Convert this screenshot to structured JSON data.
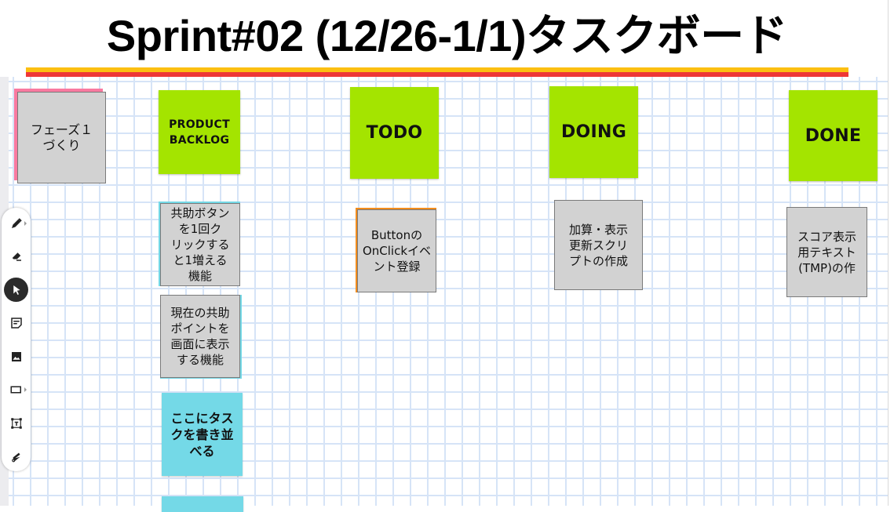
{
  "board": {
    "title": "Sprint#02 (12/26-1/1)タスクボード",
    "accent_colors": {
      "yellow": "#fcbf12",
      "red": "#ee3737",
      "header_green": "#a4e400",
      "task_grey": "#d2d2d2",
      "placeholder_cyan": "#74d9e7",
      "phase_pink": "#f97aa0",
      "grid": "#d6e4f7"
    }
  },
  "phase_note": {
    "text": "フェーズ１\nづくり"
  },
  "columns": [
    {
      "label": "PRODUCT\nBACKLOG"
    },
    {
      "label": "TODO"
    },
    {
      "label": "DOING"
    },
    {
      "label": "DONE"
    }
  ],
  "backlog_tasks": [
    {
      "text": "共助ボタン\nを1回ク\nリックする\nと1増える\n機能"
    },
    {
      "text": "現在の共助\nポイントを\n画面に表示\nする機能"
    }
  ],
  "backlog_placeholder": {
    "text": "ここにタス\nクを書き並\nべる"
  },
  "todo_tasks": [
    {
      "text": "Buttonの\nOnClickイベ\nント登録"
    }
  ],
  "doing_tasks": [
    {
      "text": "加算・表示\n更新スクリ\nプトの作成"
    }
  ],
  "done_tasks": [
    {
      "text": "スコア表示\n用テキスト\n(TMP)の作"
    }
  ],
  "toolbar": {
    "tools": [
      {
        "name": "pen",
        "icon": "pen-icon",
        "has_submenu": true
      },
      {
        "name": "eraser",
        "icon": "eraser-icon",
        "has_submenu": false
      },
      {
        "name": "select",
        "icon": "cursor-icon",
        "active": true
      },
      {
        "name": "sticky-note",
        "icon": "sticky-note-icon"
      },
      {
        "name": "image",
        "icon": "image-icon"
      },
      {
        "name": "shape",
        "icon": "rectangle-icon",
        "has_submenu": true
      },
      {
        "name": "text-box",
        "icon": "text-box-icon"
      },
      {
        "name": "laser",
        "icon": "laser-pointer-icon"
      }
    ]
  }
}
